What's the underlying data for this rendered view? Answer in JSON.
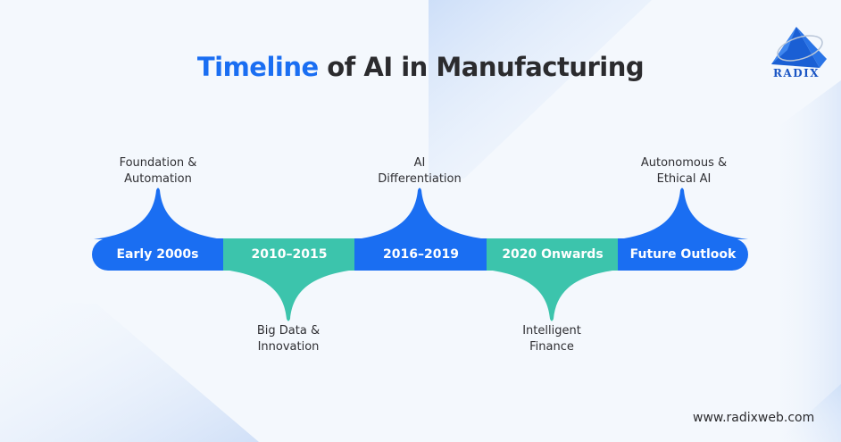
{
  "title": {
    "highlight": "Timeline",
    "rest": " of AI in Manufacturing"
  },
  "logo": {
    "icon": "pyramid-ring-logo-icon",
    "text": "RADIX"
  },
  "colors": {
    "blue": "#1a6ef2",
    "teal": "#3cc4ac",
    "title_dark": "#2b2b2e",
    "background": "#f4f8fd"
  },
  "timeline": {
    "segments": [
      {
        "label": "Early 2000s",
        "color": "blue",
        "caption_position": "above",
        "caption": [
          "Foundation &",
          "Automation"
        ]
      },
      {
        "label": "2010–2015",
        "color": "teal",
        "caption_position": "below",
        "caption": [
          "Big Data &",
          "Innovation"
        ]
      },
      {
        "label": "2016–2019",
        "color": "blue",
        "caption_position": "above",
        "caption": [
          "AI",
          "Differentiation"
        ]
      },
      {
        "label": "2020 Onwards",
        "color": "teal",
        "caption_position": "below",
        "caption": [
          "Intelligent",
          "Finance"
        ]
      },
      {
        "label": "Future Outlook",
        "color": "blue",
        "caption_position": "above",
        "caption": [
          "Autonomous &",
          "Ethical AI"
        ]
      }
    ]
  },
  "footer": {
    "url": "www.radixweb.com"
  }
}
